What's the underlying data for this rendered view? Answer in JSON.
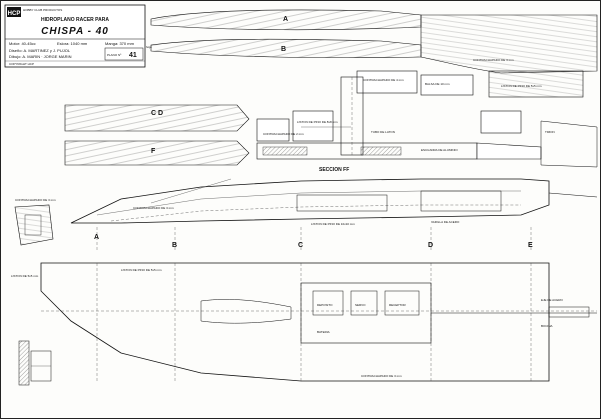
{
  "title_block": {
    "logo": "HCP",
    "logo_sub": "HOBBY CLUB PRODUCTOS",
    "header": "HIDROPLANO RACER PARA",
    "name": "CHISPA - 40",
    "line1a": "Motor: 40-45cc",
    "line1b": "Eslora: 1040 mm",
    "line1c": "Manga: 370 mm",
    "line2": "Diseño: A. MARTINEZ y J. PUJOL",
    "line3": "Dibujo: A. MARIN · JORGE MARIN",
    "plano_label": "PLANO Nº",
    "plano_num": "41",
    "hoja": "hoja",
    "footer_note": "COPYRIGHT HCP"
  },
  "labels": {
    "A": "A",
    "B": "B",
    "C": "C",
    "D": "D",
    "CD": "C D",
    "E": "E",
    "F": "F",
    "seccion": "SECCION FF"
  },
  "notes": {
    "top1": "CONTRACHAPADO DE 3 mm",
    "top2": "LISTON DE PINO DE 5x5 mm",
    "top3": "CONTRACHAPADO DE 4 mm",
    "top4": "BALSA DE 10 mm",
    "mid1": "LISTON DE PINO DE 8x8 mm",
    "mid2": "CONTRACHAPADO DE 2 mm",
    "mid3": "TUBO DE LATON",
    "mid4": "ESCUADRA DE ALUMINIO",
    "mid5": "TIMON",
    "low1": "CONTRACHAPADO DE 3 mm",
    "low2": "LISTON DE PINO DE 10x10 mm",
    "low3": "VARILLA DE ACERO",
    "low4": "DEPOSITO",
    "low5": "SERVO",
    "low6": "RECEPTOR",
    "low7": "BATERIA",
    "left1": "CONTRACHAPADO DE 3 mm",
    "left2": "LISTON DE 5x5 mm",
    "bottom1": "LISTON DE PINO DE 5x5 mm",
    "bottom2": "CONTRACHAPADO DE 3 mm",
    "right1": "EJE DE ACERO",
    "right2": "BOCINA"
  }
}
